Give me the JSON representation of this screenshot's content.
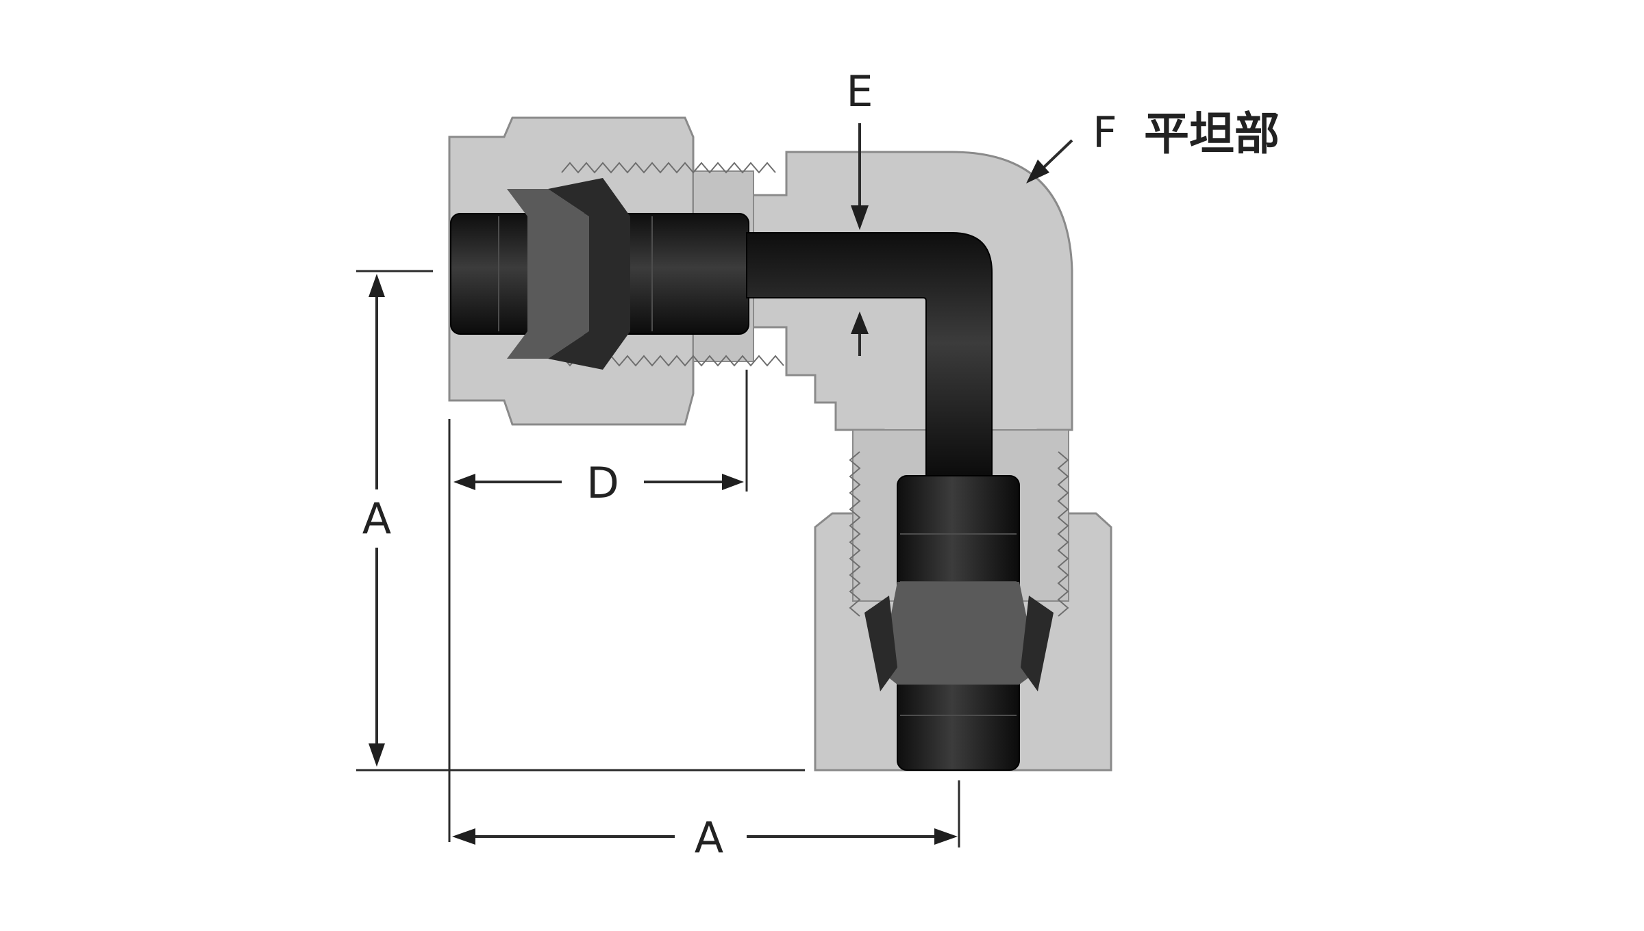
{
  "labels": {
    "e": "E",
    "f": "F",
    "f_note": "平坦部",
    "d": "D",
    "a_vertical": "A",
    "a_horizontal": "A"
  },
  "colors": {
    "body": "#c9c9c9",
    "body_edge": "#8a8a8a",
    "tube": "#161616",
    "tube_highlight": "#3a3a3a",
    "ferrule": "#242424",
    "line": "#2b2b2b",
    "background": "#ffffff"
  }
}
